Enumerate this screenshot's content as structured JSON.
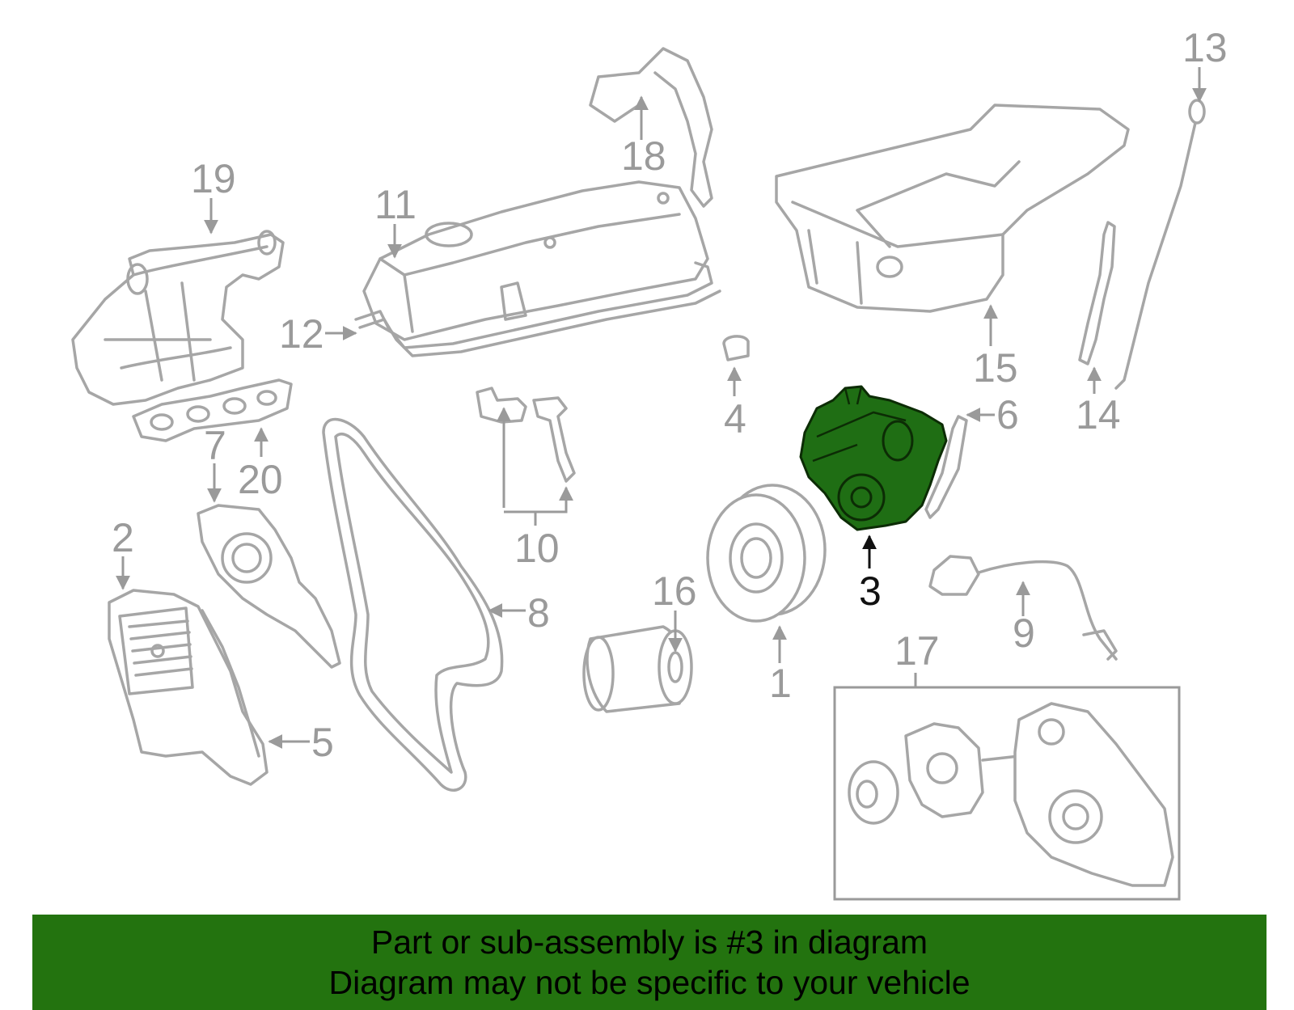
{
  "colors": {
    "highlight": "#1f6e14",
    "banner": "#23730f",
    "part_line": "#a6a6a6",
    "callout_text": "#9a9a9a",
    "active_text": "#111111"
  },
  "callouts": {
    "c1": "1",
    "c2": "2",
    "c3": "3",
    "c4": "4",
    "c5": "5",
    "c6": "6",
    "c7": "7",
    "c8": "8",
    "c9": "9",
    "c10": "10",
    "c11": "11",
    "c12": "12",
    "c13": "13",
    "c14": "14",
    "c15": "15",
    "c16": "16",
    "c17": "17",
    "c18": "18",
    "c19": "19",
    "c20": "20"
  },
  "highlighted_part": "3",
  "banner": {
    "line1": "Part or sub-assembly is #3 in diagram",
    "line2": "Diagram may not be specific to your vehicle"
  }
}
